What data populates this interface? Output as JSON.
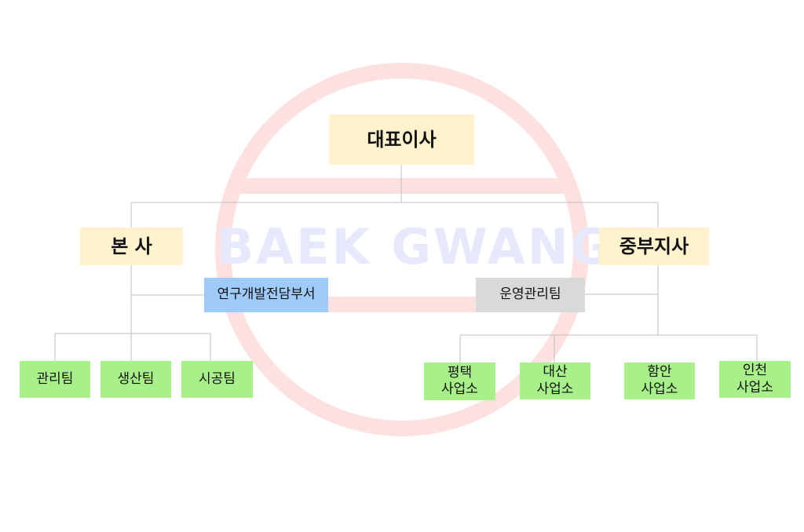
{
  "watermark": {
    "text": "BAEK GWANG",
    "ring_color": "#fde0e0",
    "text_color": "#e6e9fb"
  },
  "org": {
    "ceo": "대표이사",
    "headquarters": "본 사",
    "central_branch": "중부지사",
    "rnd_dept": "연구개발전담부서",
    "operations_team": "운영관리팀",
    "hq_teams": [
      "관리팀",
      "생산팀",
      "시공팀"
    ],
    "branch_offices": [
      "평택\n사업소",
      "대산\n사업소",
      "함안\n사업소",
      "인천\n사업소"
    ]
  },
  "colors": {
    "executive": "#fff2cc",
    "research": "#9fcbfb",
    "operations": "#d9d9d9",
    "teams": "#a8f08a",
    "connector": "#bfbfbf"
  }
}
